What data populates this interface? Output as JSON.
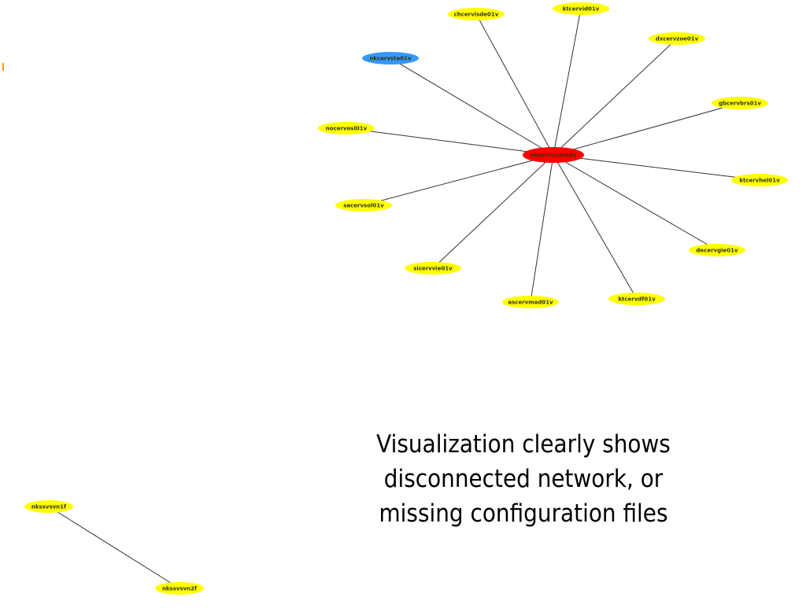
{
  "colors": {
    "center": "#ff0000",
    "peer": "#ffff00",
    "highlight": "#3399ff",
    "edge": "#333333",
    "label": "#333300"
  },
  "hub": {
    "center": "nkservicsmad1",
    "peers": [
      {
        "label": "chcervisde01v",
        "color": "peer"
      },
      {
        "label": "ktcervid01v",
        "color": "peer"
      },
      {
        "label": "dxcervzoe01v",
        "color": "peer"
      },
      {
        "label": "gbcervbrs01v",
        "color": "peer"
      },
      {
        "label": "ktcervhel01v",
        "color": "peer"
      },
      {
        "label": "decervgie01v",
        "color": "peer"
      },
      {
        "label": "ktcervdf01v",
        "color": "peer"
      },
      {
        "label": "ascervmad01v",
        "color": "peer"
      },
      {
        "label": "sicervvie01v",
        "color": "peer"
      },
      {
        "label": "sacervsol01v",
        "color": "peer"
      },
      {
        "label": "nocervosl01v",
        "color": "peer"
      },
      {
        "label": "nkcervsta01v",
        "color": "highlight"
      }
    ]
  },
  "pair": {
    "a": "nkssvsvn1f",
    "b": "nkssvsvn2f"
  },
  "caption": "Visualization clearly shows\ndisconnected network, or\nmissing configuration files"
}
